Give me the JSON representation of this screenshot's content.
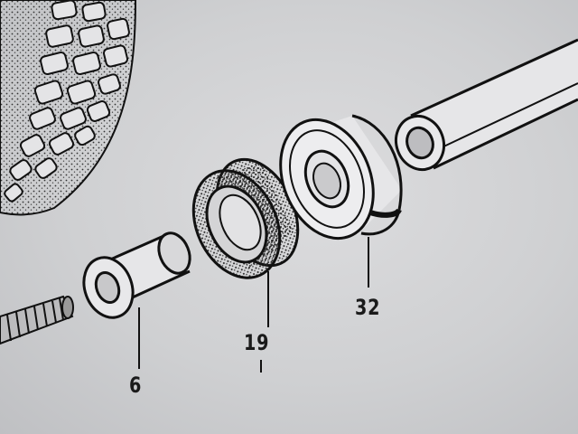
{
  "diagram": {
    "labels": {
      "spacer": "6",
      "dust_seal": "19",
      "bearing": "32"
    },
    "icons": {
      "tire": "tire-tread-icon",
      "axle": "threaded-axle-icon",
      "spacer": "spacer-sleeve-icon",
      "seal": "dust-seal-icon",
      "bearing": "ball-bearing-icon",
      "tube": "axle-tube-icon"
    },
    "colors": {
      "paper": "#cfd0d2",
      "ink": "#1a1a1a"
    }
  }
}
